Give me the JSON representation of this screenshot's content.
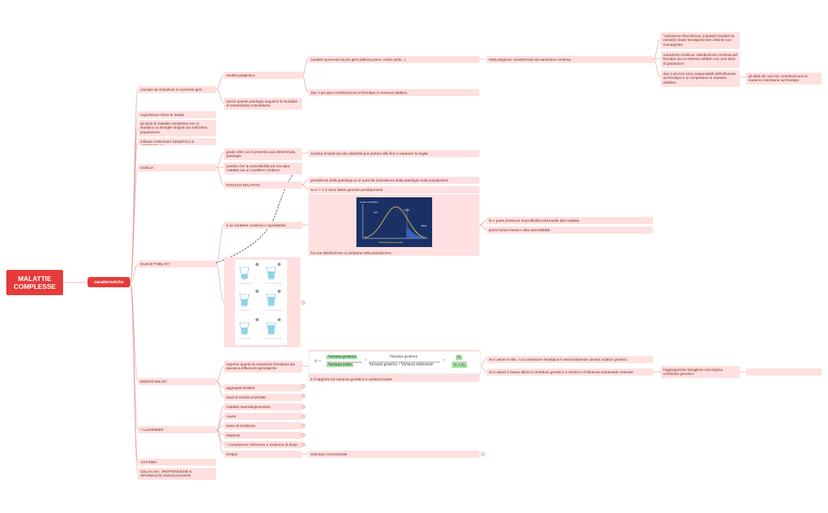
{
  "root": {
    "title": "MALATTIE COMPLESSE"
  },
  "main": {
    "label": "caratteristiche"
  },
  "colors": {
    "accent": "#e63b3b",
    "node_bg": "#fde0df",
    "node_text": "#7a1f1c",
    "line": "#e7a5a2"
  },
  "level1": {
    "mutazioni": "causate da mutazioni in numerosi geni",
    "regressione": "regressione verso la media",
    "studi": "gli studi di malattie complesse non si studiano su famiglie singole ma sull'intera popolazione",
    "influsso": "influsso VARIANZA GENETICA E AMBIENTALE",
    "soglia": "SOGLIA",
    "suscettibilita": "SUSCETTIBILITA'",
    "ereditabilita": "EREDITABILITA'",
    "alzheimer": "* ALZHEIMER",
    "autismo": "AUTISMO",
    "celiachia": "CELIACHIA, IPERTENSIONE E SPONDILITE ANCHILOSANTE"
  },
  "mutazioni_children": {
    "poligenica": "eredità poligenica",
    "patologie": "anche queste patologie seguono la modalità di trasmissione mendeliana"
  },
  "poligenica_children": {
    "caratteri": "caratteri governati da più geni (altezza,peso, colore pelle...)",
    "additiva": "due o più geni contribuiscono al fenotipo in maniera additiva"
  },
  "tratti": "tratti poligenici caratterizzati da variazione continua",
  "tratti_children": {
    "discontinua": "*variazione discontinua: (caratteri studiati da mendel) classi fenotipiche ben distinte non sovrapposte",
    "continua": "variazione continua: distribuzione continua del fenotipo da un estremo all'altro con una serie di gradazioni",
    "loci": "due o più loci sono responsabili dell'influenza sul fenotipo e si comportano in maniera additiva"
  },
  "alleli": "gli alleli dei vari loci contribuiscono in maniera minoritaria sul fenotipo",
  "soglia_children": {
    "grado": "grado oltre cui si presenta una determinata patologia",
    "postula": "postula che la suscettibilità ad una data malattia sia un carattere continuo",
    "rischio": "RISCHIO RELATIVO"
  },
  "somma": "somma di tante piccole diversità può portare alla fine a superare la soglia",
  "rischio_children": {
    "prevalenza": "prevalenza della patologia in un parente /prevalenza della patologia nella popolazione",
    "se": "se è > 1 ci sono fattori genetici predisponenti"
  },
  "suscettibilita_children": {
    "carattere": "è un carattere continuo e quantitativo"
  },
  "distribuzione": {
    "caption": "ha una distribuzione a campana nella popolazione",
    "chart_labels": {
      "y": "numero di individui",
      "a": "sani",
      "b": "soglia",
      "c": "affetti",
      "x": "Predisposizione genetica"
    }
  },
  "distribuzione_children": {
    "parte": "la > parte presenza suscettibilità intermedia alla malattia",
    "pochi": "pochi hanno bassa o alta suscettibilità"
  },
  "ereditabilita_children": {
    "esprime": "esprime quanto la variazione fenotipica sia dovuta a differenze genotipiche",
    "aggregati": "aggregati familiari",
    "studi": "studi di ASSOCIAZIONE"
  },
  "formula": {
    "h2": "h² =",
    "num1": "Varianza genetica",
    "den1": "Varianza totale",
    "num2": "Varianza genetica",
    "den2": "Varianza genetica + Varianza ambientale",
    "num3": "Vₗ",
    "den3": "Vₗ + Vₑ",
    "caption": "è il rapporto tra varianza genetica e varianza totale"
  },
  "formula_children": {
    "alto": "se il valore è alto =1 la variazione fenotipica è essenzialmente dovuta a fattori genetici",
    "basso": "se il valore è basso allora il contributo genetico è minimo e l'influenza ambientale notevole"
  },
  "aggregazione": "l'aggregazione famigliare non implica contributo genetico",
  "alzheimer_children": {
    "malattia": "malattia neurodegenerativa",
    "cause": "cause",
    "tasso": "tasso di incidenza",
    "diagnosi": "diagnosi",
    "correlazione": "* correlazione Alzheimer e sindrome di down",
    "terapia": "terapia"
  },
  "anticorpo": "anticorpo monoclonale",
  "toggles": {
    "plus": "+"
  }
}
